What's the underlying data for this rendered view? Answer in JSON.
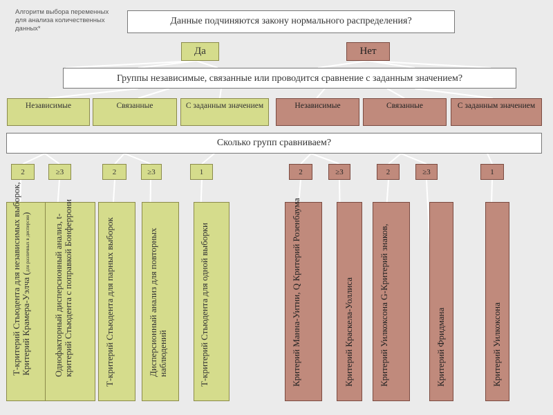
{
  "note": "Алгоритм выбора переменных для анализа количественных данных*",
  "question_normal": "Данные подчиняются закону нормального распределения?",
  "yes": "Да",
  "no": "Нет",
  "question_groups": "Группы независимые, связанные или проводится сравнение с заданным значением?",
  "question_count": "Сколько групп сравниваем?",
  "headers": [
    "Независимые",
    "Связанные",
    "С заданным значением",
    "Независимые",
    "Связанные",
    "С заданным значением"
  ],
  "counts": [
    "2",
    "≥3",
    "2",
    "≥3",
    "1",
    "2",
    "≥3",
    "2",
    "≥3",
    "1"
  ],
  "tests": {
    "t1_main": "Т-критерий Стьюдента для независимых выборок, Критерий Крамера-Уэлча (",
    "t1_small": "для различных в дисперсии",
    "t1_end": ")",
    "t2": "Однофакторный дисперсионный анализ, t-критерий Стьюдента с поправкой Бонферрони",
    "t3": "Т-критерий Стьюдента для парных выборок",
    "t4": "Дисперсионный анализ для повторных наблюдений",
    "t5": "Т-критерий Стьюдента для одной выборки",
    "t6": "Критерий Манна-Уитни, Q Критерий Розенбаума",
    "t7": "Критерий Краскела-Уоллиса",
    "t8": "Критерий Уилкоксона G-Критерий знаков,",
    "t9": "Критерий Фридмана",
    "t10": "Критерий Уилкоксона"
  },
  "colors": {
    "green": "#d5dc8c",
    "red": "#c08a7c",
    "background": "#ebebeb"
  }
}
